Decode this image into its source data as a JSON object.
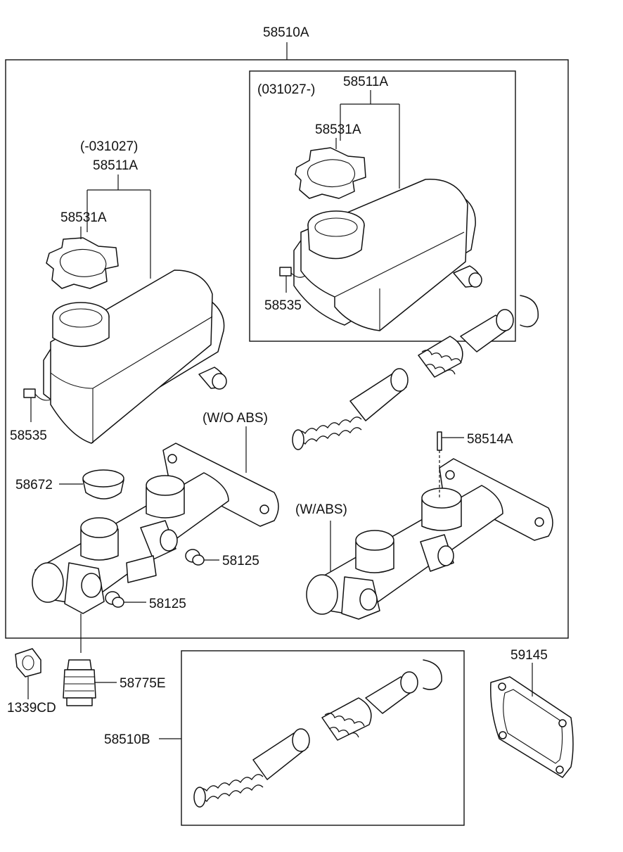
{
  "labels": {
    "assembly": "58510A",
    "left_reservoir": {
      "date_range": "(-031027)",
      "reservoir": "58511A",
      "cap": "58531A",
      "sensor": "58535"
    },
    "right_reservoir": {
      "date_range": "(031027-)",
      "reservoir": "58511A",
      "cap": "58531A",
      "sensor": "58535"
    },
    "without_abs": "(W/O ABS)",
    "with_abs": "(W/ABS)",
    "pin": "58514A",
    "grommet": "58672",
    "plug_upper": "58125",
    "plug_lower": "58125",
    "fitting": "58775E",
    "nut": "1339CD",
    "piston_kit": "58510B",
    "gasket": "59145"
  }
}
